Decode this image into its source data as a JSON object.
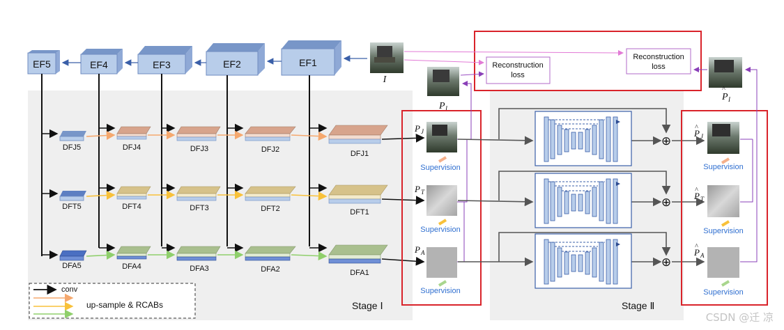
{
  "encoder": {
    "blocks": [
      "EF5",
      "EF4",
      "EF3",
      "EF2",
      "EF1"
    ]
  },
  "decoder": {
    "jrow": [
      "DFJ5",
      "DFJ4",
      "DFJ3",
      "DFJ2",
      "DFJ1"
    ],
    "trow": [
      "DFT5",
      "DFT4",
      "DFT3",
      "DFT2",
      "DFT1"
    ],
    "arow": [
      "DFA5",
      "DFA4",
      "DFA3",
      "DFA2",
      "DFA1"
    ]
  },
  "inputs": {
    "I": "I",
    "P_I": "P",
    "P_I_sub": "I"
  },
  "stage1_outputs": [
    {
      "sym": "P",
      "sub": "J"
    },
    {
      "sym": "P",
      "sub": "T"
    },
    {
      "sym": "P",
      "sub": "A"
    }
  ],
  "stage2_outputs": [
    {
      "sym": "P",
      "sub": "J"
    },
    {
      "sym": "P",
      "sub": "T"
    },
    {
      "sym": "P",
      "sub": "A"
    }
  ],
  "hat_P_I": {
    "sym": "P",
    "sub": "I"
  },
  "supervision_label": "Supervision",
  "reconstruction": {
    "line1": "Reconstruction",
    "line2": "loss"
  },
  "legend": {
    "conv": "conv",
    "upsample": "up-sample & RCABs"
  },
  "stages": {
    "stage1": "Stage Ⅰ",
    "stage2": "Stage Ⅱ"
  },
  "plus_symbol": "⊕",
  "watermark": "CSDN @迁  凉",
  "colors": {
    "blue_face": "#b8cdea",
    "blue_top": "#7896c8",
    "blue_side": "#8fa9d6",
    "orange_top": "#d7a48c",
    "tan_top": "#d6c28a",
    "green_top": "#a9bf8e",
    "orange_arrow": "#f5a86e",
    "yellow_arrow": "#f8c13a",
    "green_arrow": "#8fcf6b",
    "red_box": "#d9232a",
    "purple": "#9b4fc4",
    "pink": "#e27ad6",
    "supervision": "#2f6fd0"
  }
}
